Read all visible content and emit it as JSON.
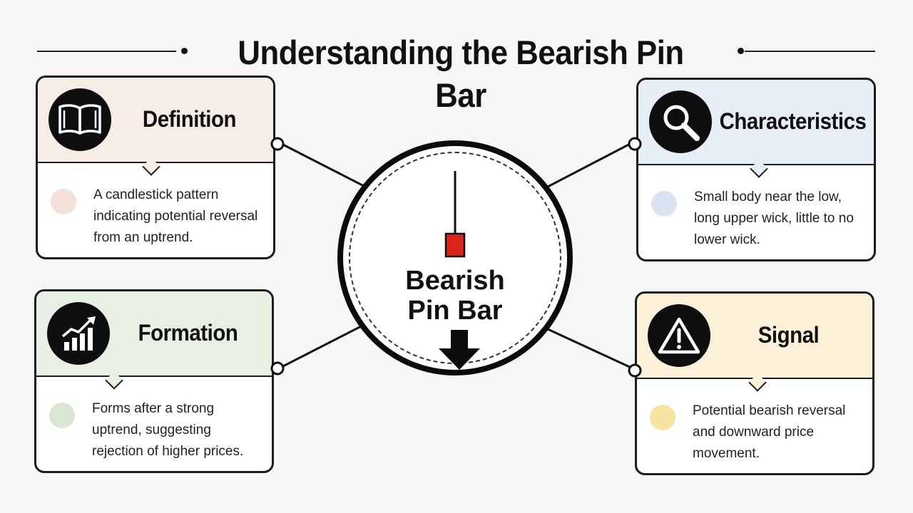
{
  "title": "Understanding the Bearish Pin Bar",
  "center": {
    "label_line1": "Bearish",
    "label_line2": "Pin Bar",
    "icon": "bearish-candlestick-icon",
    "arrow_icon": "down-arrow-icon",
    "candle_color": "#d9261c"
  },
  "cards": {
    "definition": {
      "title": "Definition",
      "description": "A candlestick pattern indicating potential reversal from an uptrend.",
      "icon": "open-book-icon",
      "head_color": "#f7ece6",
      "dot_color": "#f3e1da"
    },
    "characteristics": {
      "title": "Characteristics",
      "description": "Small body near the low, long upper wick, little to no lower wick.",
      "icon": "magnifying-glass-icon",
      "head_color": "#e8eef7",
      "dot_color": "#d9e3f2"
    },
    "formation": {
      "title": "Formation",
      "description": "Forms after a strong uptrend, suggesting rejection of higher prices.",
      "icon": "rising-chart-icon",
      "head_color": "#e8f0e4",
      "dot_color": "#d7e7d2"
    },
    "signal": {
      "title": "Signal",
      "description": "Potential bearish reversal and downward price movement.",
      "icon": "warning-triangle-icon",
      "head_color": "#fbf1d8",
      "dot_color": "#f9e3a3"
    }
  }
}
